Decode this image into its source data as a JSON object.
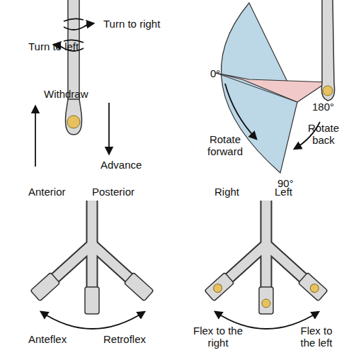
{
  "diagram": {
    "labels": [
      "Turn to right",
      "Turn to left",
      "Withdraw",
      "Advance",
      "0°",
      "180°",
      "90°",
      "Rotate forward",
      "Rotate back",
      "Anterior",
      "Posterior",
      "Anteflex",
      "Retroflex",
      "Right",
      "Left",
      "Flex to the right",
      "Flex to the left"
    ]
  }
}
